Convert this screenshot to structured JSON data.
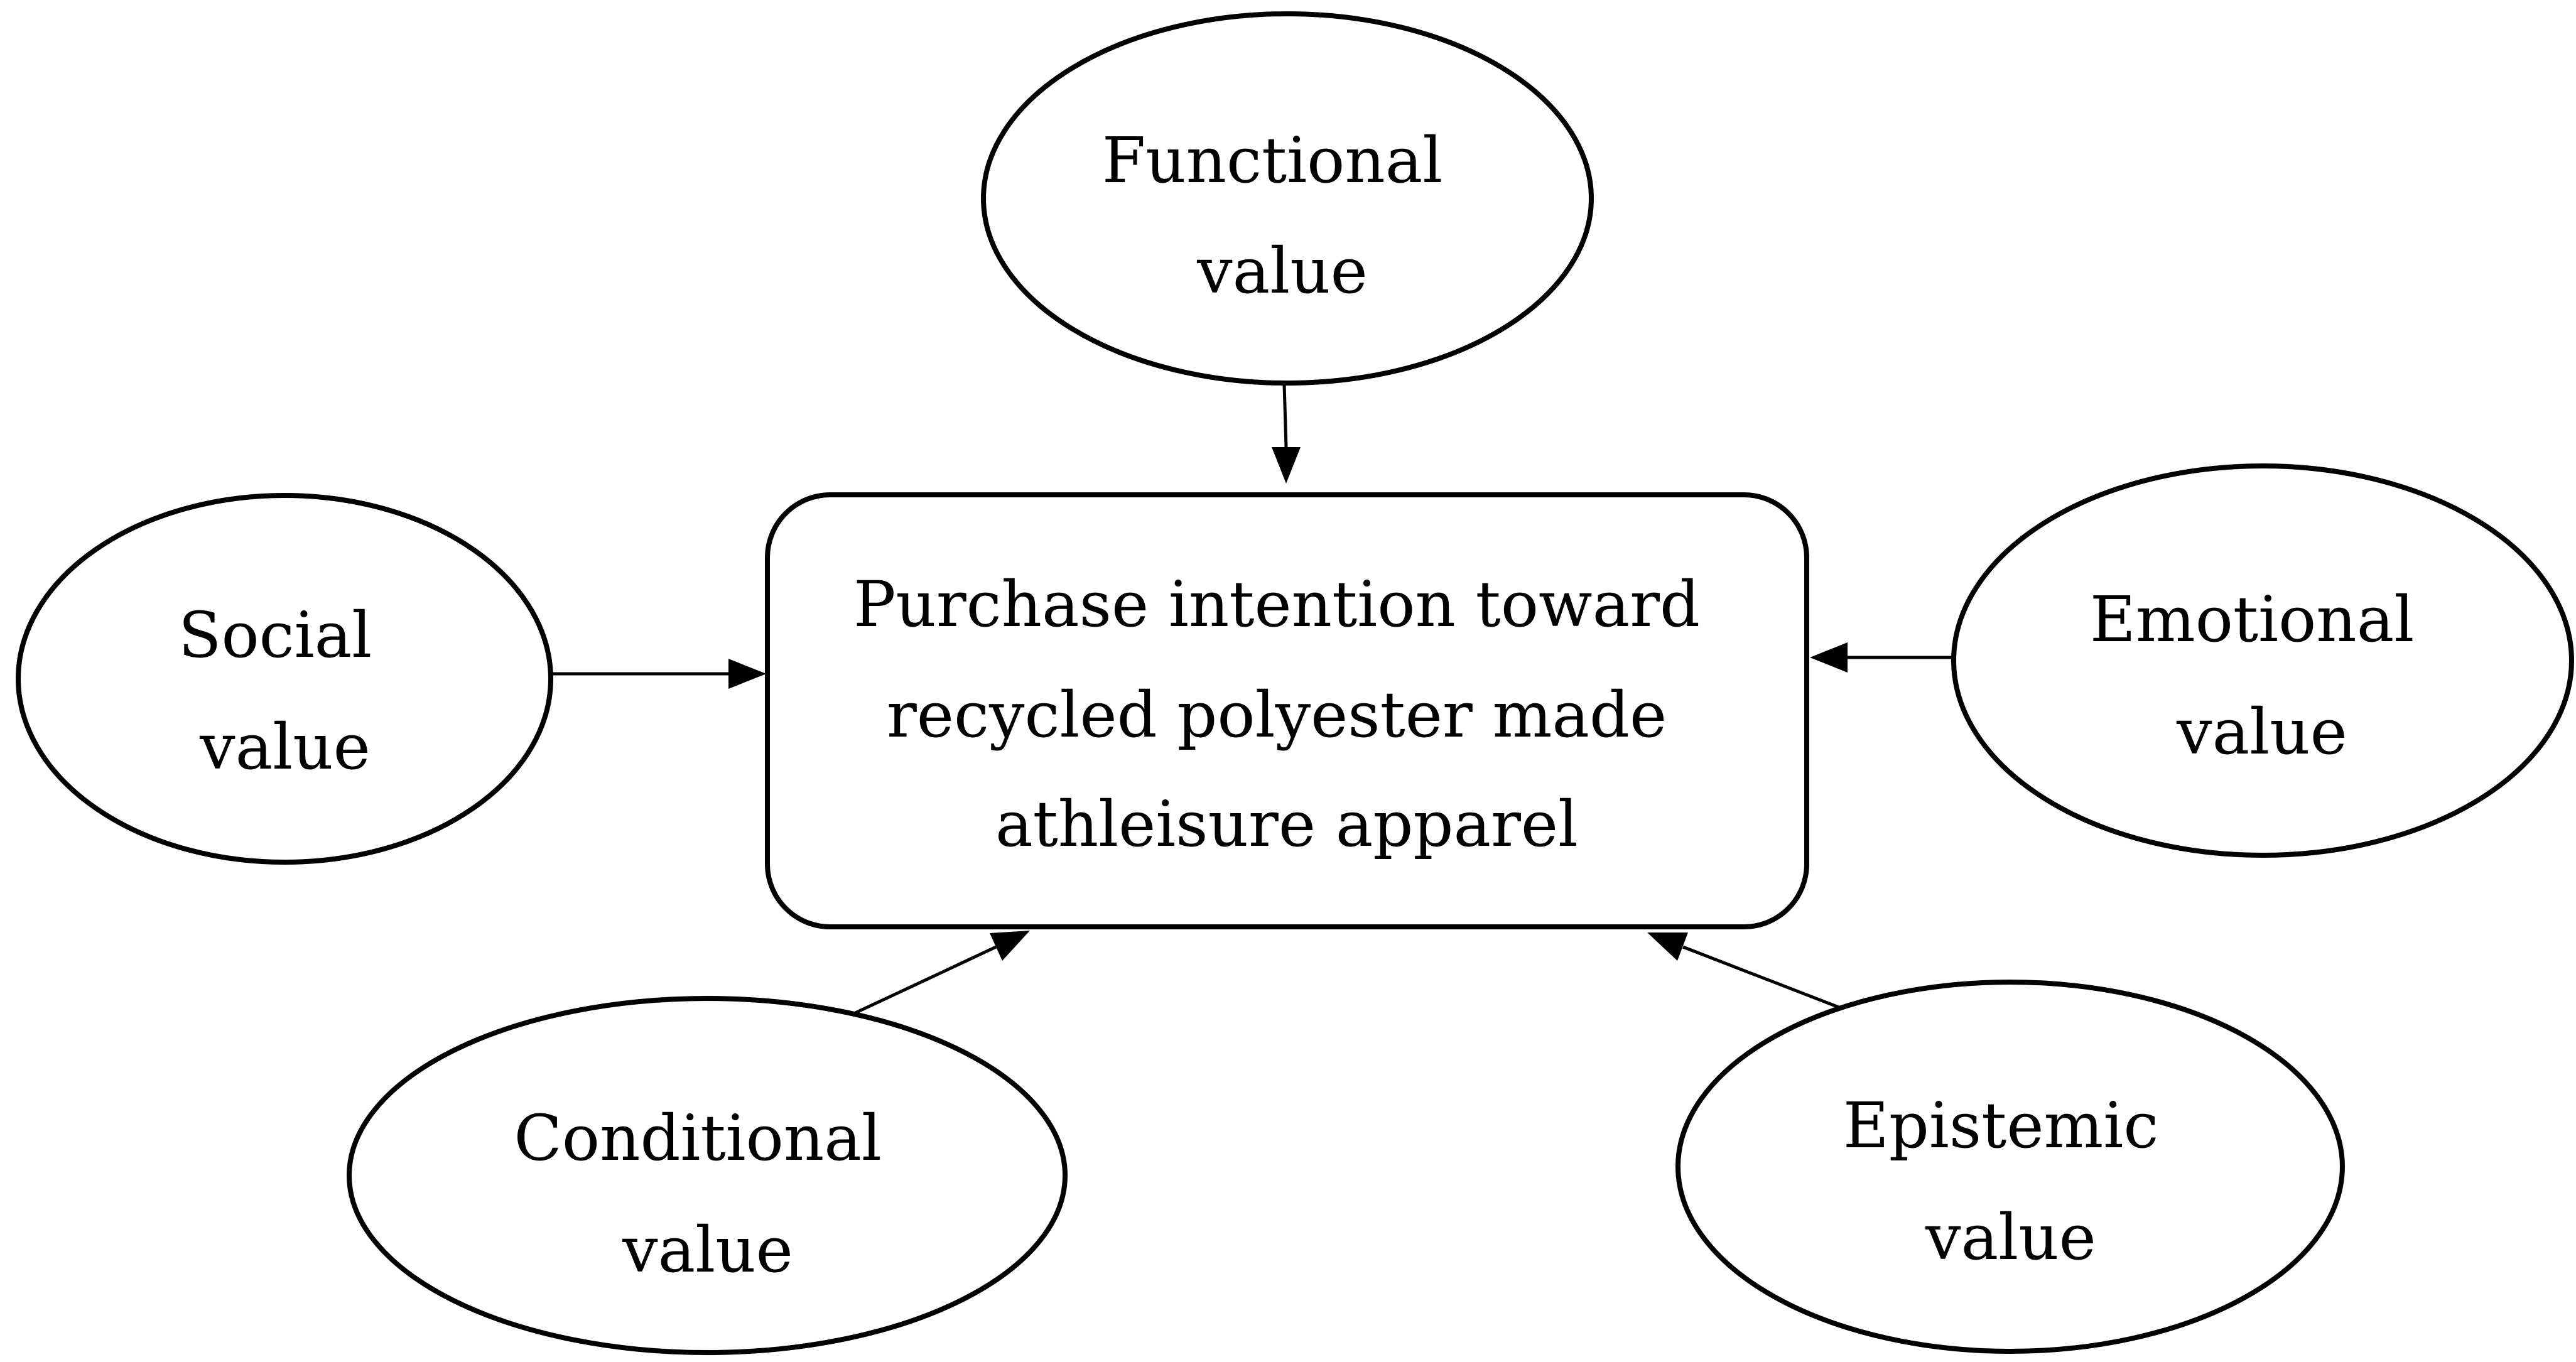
{
  "diagram": {
    "center": {
      "lines": [
        "Purchase intention toward",
        "recycled polyester made",
        "athleisure apparel"
      ]
    },
    "nodes": {
      "functional": {
        "lines": [
          "Functional",
          "value"
        ]
      },
      "social": {
        "lines": [
          "Social",
          "value"
        ]
      },
      "emotional": {
        "lines": [
          "Emotional",
          "value"
        ]
      },
      "conditional": {
        "lines": [
          "Conditional",
          "value"
        ]
      },
      "epistemic": {
        "lines": [
          "Epistemic",
          "value"
        ]
      }
    },
    "edges": [
      {
        "from": "Functional value",
        "to": "Purchase intention toward recycled polyester made athleisure apparel"
      },
      {
        "from": "Social value",
        "to": "Purchase intention toward recycled polyester made athleisure apparel"
      },
      {
        "from": "Emotional value",
        "to": "Purchase intention toward recycled polyester made athleisure apparel"
      },
      {
        "from": "Conditional value",
        "to": "Purchase intention toward recycled polyester made athleisure apparel"
      },
      {
        "from": "Epistemic value",
        "to": "Purchase intention toward recycled polyester made athleisure apparel"
      }
    ]
  }
}
